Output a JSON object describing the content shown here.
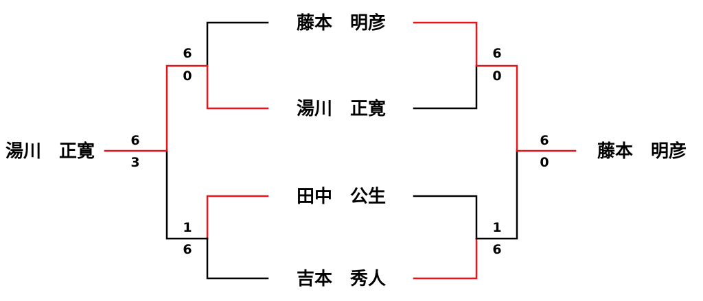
{
  "colors": {
    "winner_line": "#e8141c",
    "loser_line": "#000000",
    "text": "#000000"
  },
  "players": {
    "p1": "藤本　明彦",
    "p2": "湯川　正寛",
    "p3": "田中　公生",
    "p4": "吉本　秀人"
  },
  "left_side": {
    "champion": "湯川　正寛",
    "final_score": {
      "top": "6",
      "bottom": "3"
    },
    "semi_upper_score": {
      "top": "6",
      "bottom": "0"
    },
    "semi_lower_score": {
      "top": "1",
      "bottom": "6"
    }
  },
  "right_side": {
    "champion": "藤本　明彦",
    "final_score": {
      "top": "6",
      "bottom": "0"
    },
    "semi_upper_score": {
      "top": "6",
      "bottom": "0"
    },
    "semi_lower_score": {
      "top": "1",
      "bottom": "6"
    }
  }
}
